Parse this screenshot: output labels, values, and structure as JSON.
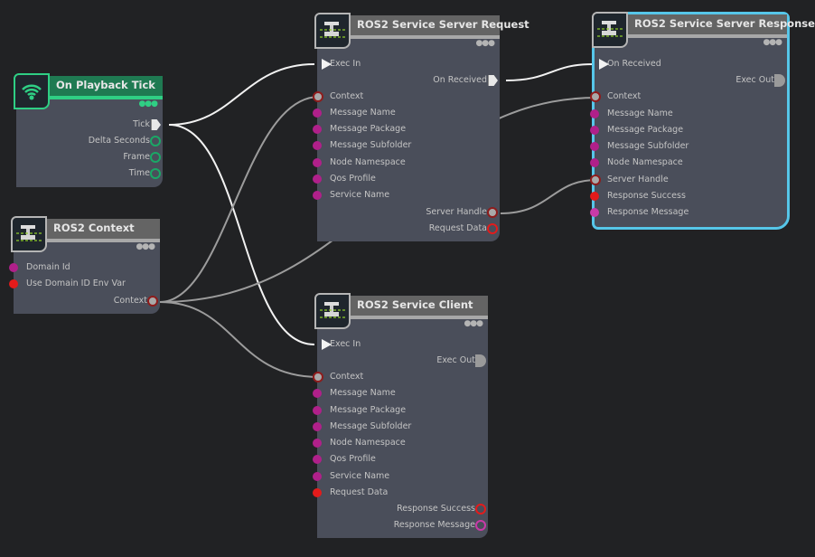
{
  "colors": {
    "background": "#212224",
    "node_body": "#4a4e5a",
    "node_header": "#646464",
    "event_header": "#1f7a52",
    "event_accent": "#2fcf84",
    "selection": "#56c6e9",
    "pin_string": "#b0208a",
    "pin_bool": "#e31b1b",
    "pin_bundle": "#c93aa8",
    "pin_handle": "#a9a9a9",
    "wire_exec": "#f2f2f2",
    "wire_data": "#9c9c9c"
  },
  "nodes": {
    "playback_tick": {
      "title": "On Playback Tick",
      "icon": "wifi-signal-icon",
      "outputs": [
        "Tick",
        "Delta Seconds",
        "Frame",
        "Time"
      ]
    },
    "context": {
      "title": "ROS2 Context",
      "icon": "ros2-robot-icon",
      "inputs": [
        "Domain Id",
        "Use Domain ID Env Var"
      ],
      "outputs": [
        "Context"
      ]
    },
    "server_request": {
      "title": "ROS2 Service Server Request",
      "icon": "ros2-robot-icon",
      "inputs": [
        "Exec In",
        "Context",
        "Message Name",
        "Message Package",
        "Message Subfolder",
        "Node Namespace",
        "Qos Profile",
        "Service Name"
      ],
      "outputs": [
        "On Received",
        "Server Handle",
        "Request Data"
      ]
    },
    "server_response": {
      "title": "ROS2 Service Server Response",
      "icon": "ros2-robot-icon",
      "selected": true,
      "inputs": [
        "On Received",
        "Context",
        "Message Name",
        "Message Package",
        "Message Subfolder",
        "Node Namespace",
        "Server Handle",
        "Response Success",
        "Response Message"
      ],
      "outputs": [
        "Exec Out"
      ]
    },
    "service_client": {
      "title": "ROS2 Service Client",
      "icon": "ros2-robot-icon",
      "inputs": [
        "Exec In",
        "Context",
        "Message Name",
        "Message Package",
        "Message Subfolder",
        "Node Namespace",
        "Qos Profile",
        "Service Name",
        "Request Data"
      ],
      "outputs": [
        "Exec Out",
        "Response Success",
        "Response Message"
      ]
    }
  },
  "connections": [
    {
      "from": "On Playback Tick.Tick",
      "to": "ROS2 Service Server Request.Exec In",
      "kind": "exec"
    },
    {
      "from": "On Playback Tick.Tick",
      "to": "ROS2 Service Client.Exec In",
      "kind": "exec"
    },
    {
      "from": "ROS2 Service Server Request.On Received",
      "to": "ROS2 Service Server Response.On Received",
      "kind": "exec"
    },
    {
      "from": "ROS2 Context.Context",
      "to": "ROS2 Service Server Request.Context",
      "kind": "data"
    },
    {
      "from": "ROS2 Context.Context",
      "to": "ROS2 Service Server Response.Context",
      "kind": "data"
    },
    {
      "from": "ROS2 Context.Context",
      "to": "ROS2 Service Client.Context",
      "kind": "data"
    },
    {
      "from": "ROS2 Service Server Request.Server Handle",
      "to": "ROS2 Service Server Response.Server Handle",
      "kind": "data"
    }
  ]
}
